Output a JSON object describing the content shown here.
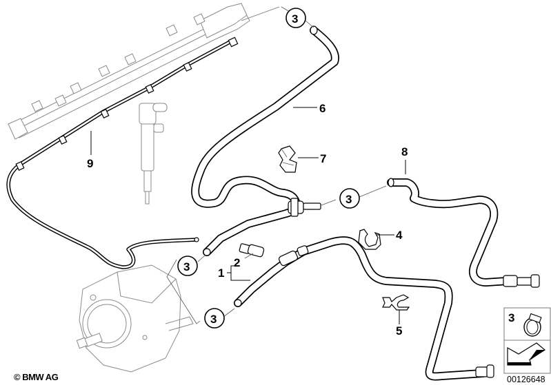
{
  "diagram": {
    "title": "Fuel leak-off / return hose lines parts diagram",
    "callouts": [
      {
        "id": "callout-1",
        "label": "1",
        "part": "hose-assembly"
      },
      {
        "id": "callout-2",
        "label": "2",
        "part": "sensor"
      },
      {
        "id": "callout-3a",
        "label": "3",
        "part": "hose-clamp"
      },
      {
        "id": "callout-3b",
        "label": "3",
        "part": "hose-clamp"
      },
      {
        "id": "callout-3c",
        "label": "3",
        "part": "hose-clamp"
      },
      {
        "id": "callout-3d",
        "label": "3",
        "part": "hose-clamp"
      },
      {
        "id": "callout-4",
        "label": "4",
        "part": "clip"
      },
      {
        "id": "callout-5",
        "label": "5",
        "part": "clip"
      },
      {
        "id": "callout-6",
        "label": "6",
        "part": "return-hose"
      },
      {
        "id": "callout-7",
        "label": "7",
        "part": "holder-clip"
      },
      {
        "id": "callout-8",
        "label": "8",
        "part": "fuel-hose"
      },
      {
        "id": "callout-9",
        "label": "9",
        "part": "leak-off-line"
      }
    ],
    "labels": {
      "c1": "1",
      "c2": "2",
      "c3": "3",
      "c4": "4",
      "c5": "5",
      "c6": "6",
      "c7": "7",
      "c8": "8",
      "c9": "9"
    },
    "legend": {
      "part_label": "3",
      "part_icon": "hose-clamp-icon",
      "arrow_icon": "direction-arrow-icon"
    },
    "copyright": "© BMW AG",
    "document_number": "00126648"
  }
}
